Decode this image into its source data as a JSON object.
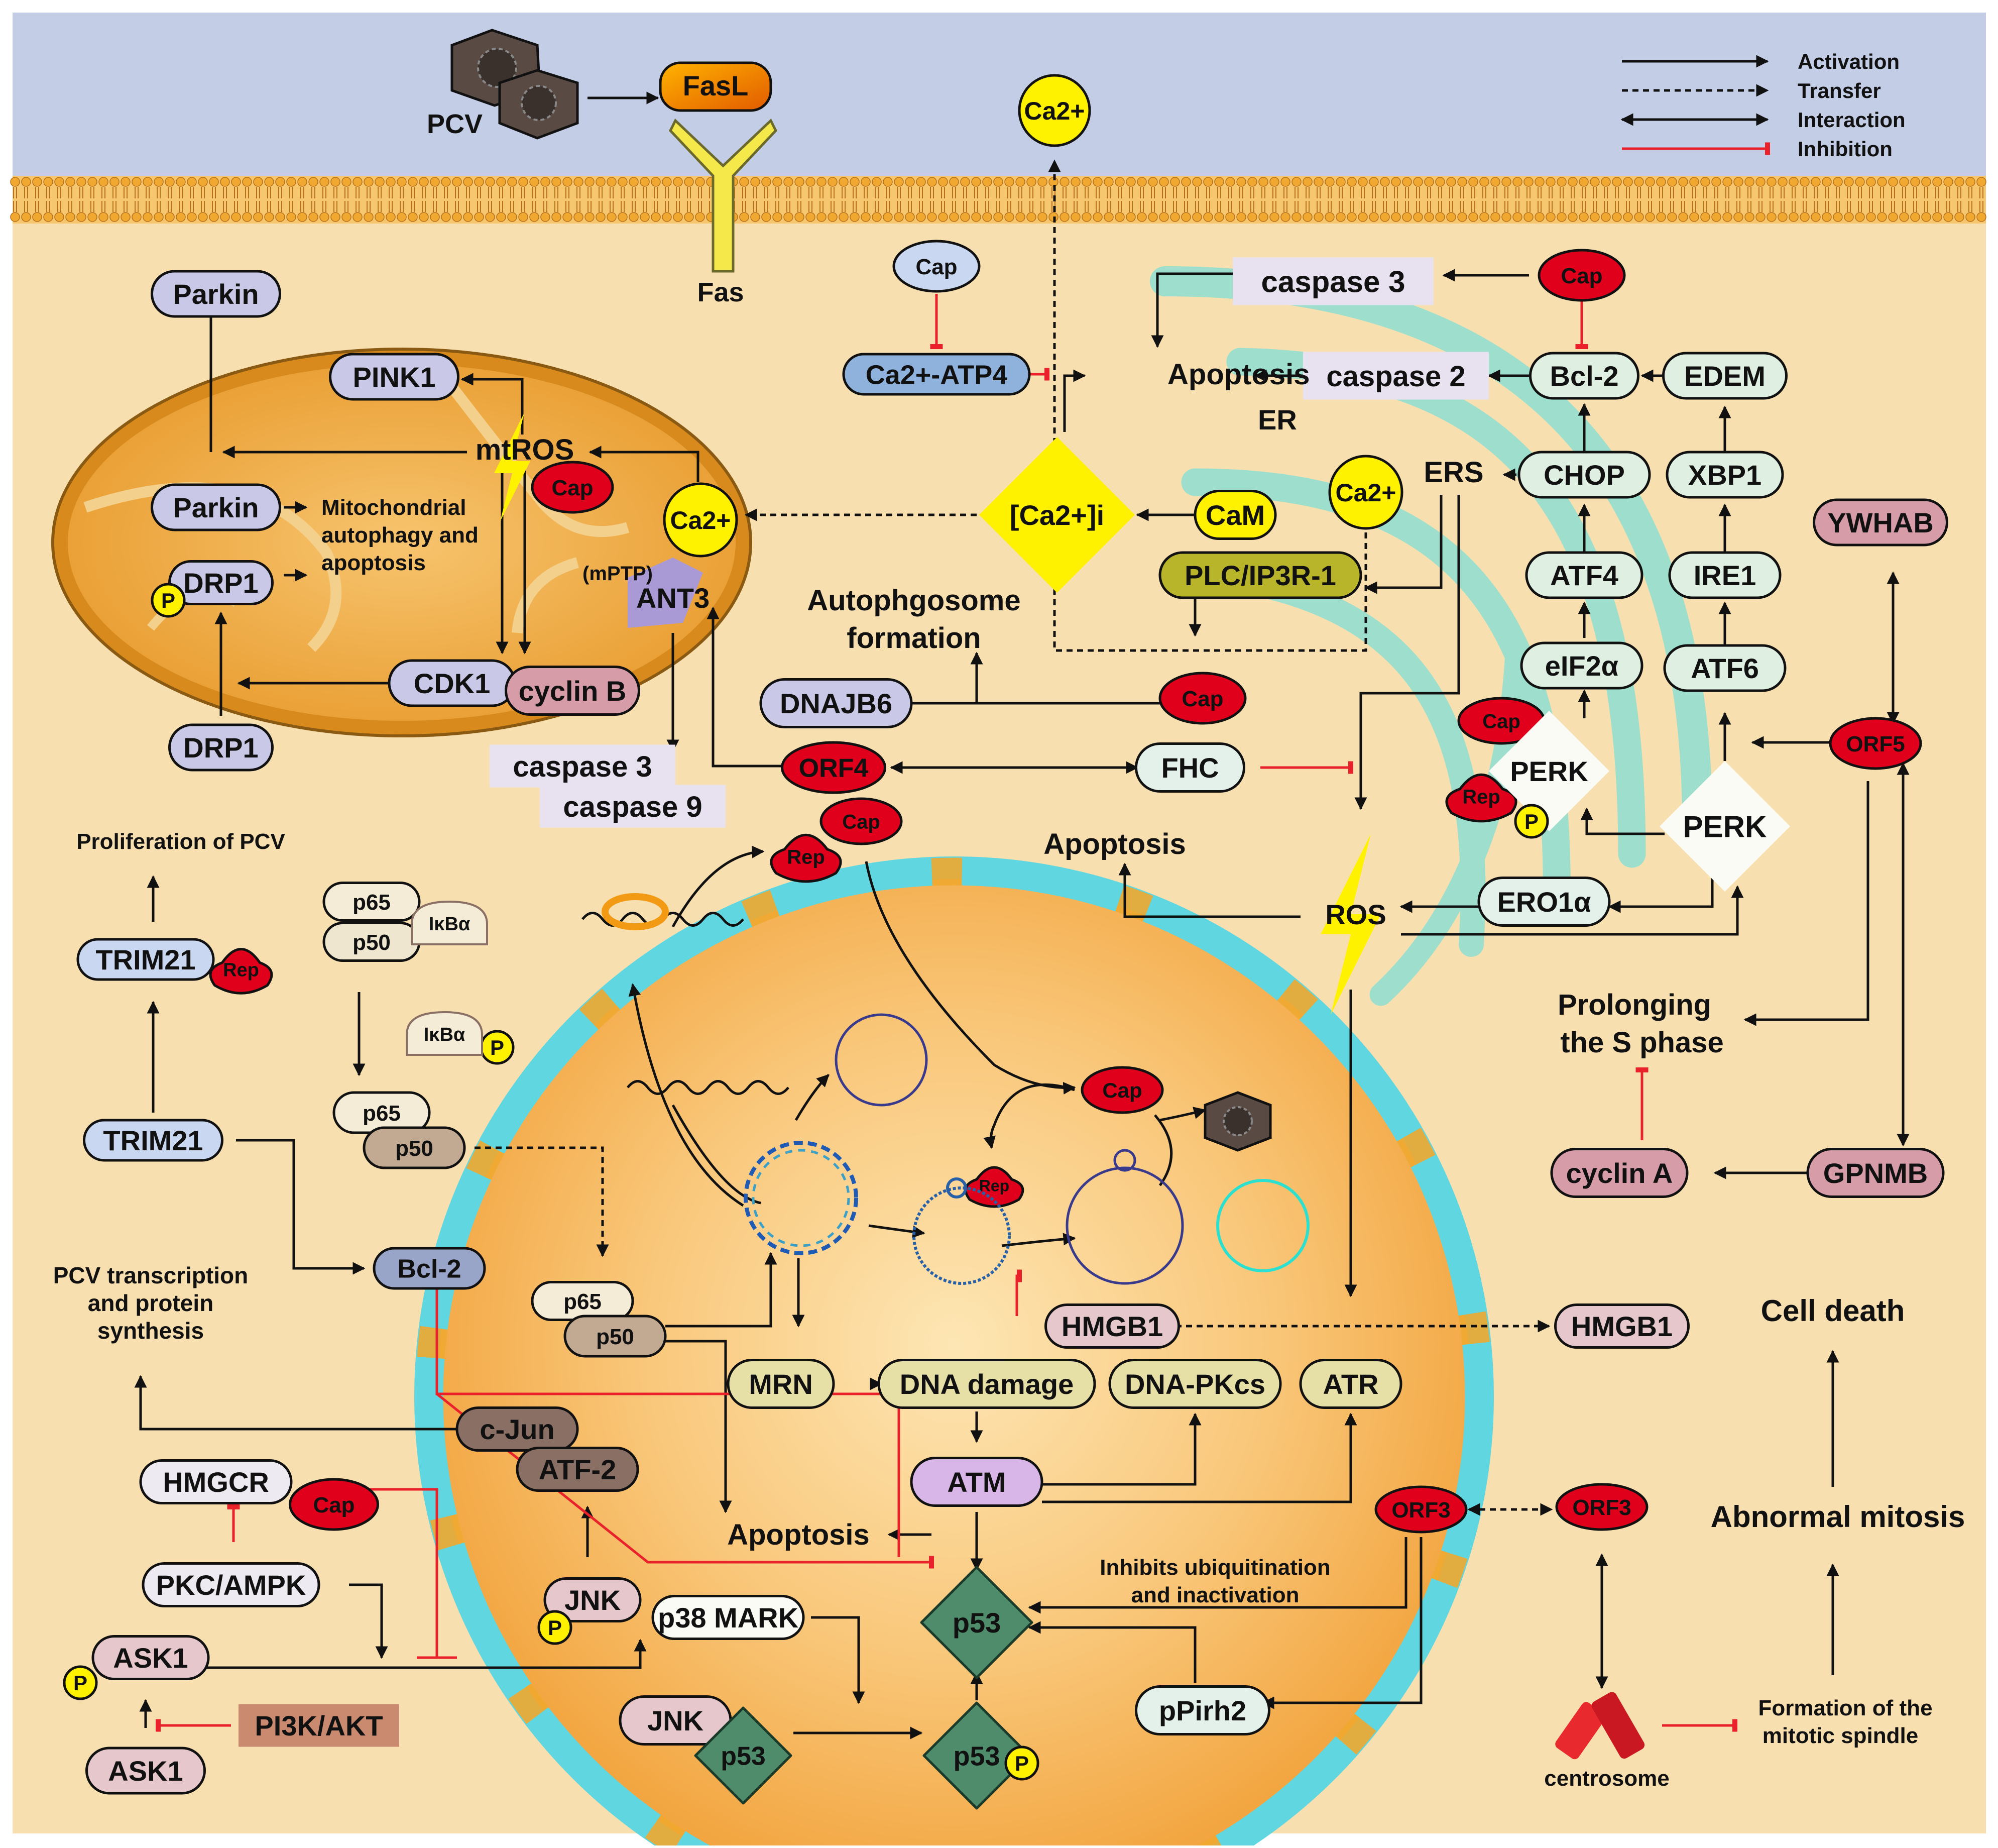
{
  "legend": {
    "activation": "Activation",
    "transfer": "Transfer",
    "interaction": "Interaction",
    "inhibition": "Inhibition"
  },
  "colors": {
    "extracellular": "#c3cde6",
    "cytoplasm": "#f7dfb0",
    "membrane": "#f0a830",
    "nuclear_envelope": "#5fd6e0",
    "nucleus": "#f6b04e",
    "er": "#7fe0d6",
    "inhibition": "#e8212a",
    "cap_red": "#e0001b",
    "ca_yellow": "#fff200",
    "node_lavender": "#c9c8e6",
    "node_green": "#dff0e3",
    "node_pink": "#d69ca8",
    "node_olive": "#e6dfa6",
    "p53_green": "#4f8c6b"
  },
  "labels": {
    "pcv": "PCV",
    "fasl": "FasL",
    "fas": "Fas",
    "ca_top": "Ca2+",
    "cap_top": "Cap",
    "caatp4": "Ca2+-ATP4",
    "apoptosis_top": "Apoptosis",
    "caspase3_top": "caspase 3",
    "cap_red_top": "Cap",
    "bcl2_er": "Bcl-2",
    "edem": "EDEM",
    "caspase2": "caspase 2",
    "er": "ER",
    "ers": "ERS",
    "chop": "CHOP",
    "xbp1": "XBP1",
    "ywhab": "YWHAB",
    "atf4": "ATF4",
    "ire1": "IRE1",
    "eif2a": "eIF2α",
    "atf6": "ATF6",
    "orf5": "ORF5",
    "perk_inner": "PERK",
    "perk_outer": "PERK",
    "cap_perk": "Cap",
    "rep_perk": "Rep",
    "p_perk": "P",
    "ca_i": "[Ca2+]i",
    "cam": "CaM",
    "ca_er": "Ca2+",
    "plc": "PLC/IP3R-1",
    "parkin_top": "Parkin",
    "pink1": "PINK1",
    "mtros": "mtROS",
    "cap_mito": "Cap",
    "ca_mito": "Ca2+",
    "parkin_mito": "Parkin",
    "mito_text_1": "Mitochondrial",
    "mito_text_2": "autophagy and",
    "mito_text_3": "apoptosis",
    "drp1_mito": "DRP1",
    "p_drp1": "P",
    "mptp": "(mPTP)",
    "ant3": "ANT3",
    "autophago_1": "Autophgosome",
    "autophago_2": "formation",
    "cdk1": "CDK1",
    "cyclinb": "cyclin B",
    "drp1_bottom": "DRP1",
    "dnajb6": "DNAJB6",
    "cap_dnajb6": "Cap",
    "caspase3_mid": "caspase 3",
    "caspase9": "caspase 9",
    "orf4": "ORF4",
    "fhc": "FHC",
    "apoptosis_ros": "Apoptosis",
    "ros": "ROS",
    "ero1a": "ERO1α",
    "prolong_1": "Prolonging",
    "prolong_2": "the S phase",
    "cyclina": "cyclin A",
    "gpnmb": "GPNMB",
    "prolif": "Proliferation of PCV",
    "trim21_top": "TRIM21",
    "rep_trim": "Rep",
    "trim21_bottom": "TRIM21",
    "p65_a": "p65",
    "p50_a": "p50",
    "ikba_a": "IκBα",
    "ikba_b": "IκBα",
    "p_ikba": "P",
    "p65_b": "p65",
    "p50_b": "p50",
    "rep_top": "Rep",
    "cap_reptop": "Cap",
    "cap_nuc": "Cap",
    "rep_nuc": "Rep",
    "bcl2_cyto": "Bcl-2",
    "pcv_trans_1": "PCV transcription",
    "pcv_trans_2": "and protein",
    "pcv_trans_3": "synthesis",
    "p65_c": "p65",
    "p50_c": "p50",
    "hmgb1_nuc": "HMGB1",
    "hmgb1_out": "HMGB1",
    "cell_death": "Cell death",
    "mrn": "MRN",
    "dna_damage": "DNA damage",
    "dnapkcs": "DNA-PKcs",
    "atr": "ATR",
    "cjun": "c-Jun",
    "atf2": "ATF-2",
    "atm": "ATM",
    "hmgcr": "HMGCR",
    "cap_hmgcr": "Cap",
    "apoptosis_nuc": "Apoptosis",
    "orf3_in": "ORF3",
    "orf3_out": "ORF3",
    "abn_mitosis": "Abnormal mitosis",
    "pkc": "PKC/AMPK",
    "inhibits_1": "Inhibits ubiquitination",
    "inhibits_2": "and inactivation",
    "jnk_top": "JNK",
    "p_jnk": "P",
    "p38": "p38 MARK",
    "p53_mid": "p53",
    "ask1_top": "ASK1",
    "p_ask1": "P",
    "pi3k": "PI3K/AKT",
    "ppirh2": "pPirh2",
    "formation_1": "Formation of the",
    "formation_2": "mitotic spindle",
    "jnk_bottom": "JNK",
    "p53_jnk": "p53",
    "p53_p": "p53",
    "p_p53": "P",
    "centrosome": "centrosome",
    "ask1_bottom": "ASK1"
  }
}
